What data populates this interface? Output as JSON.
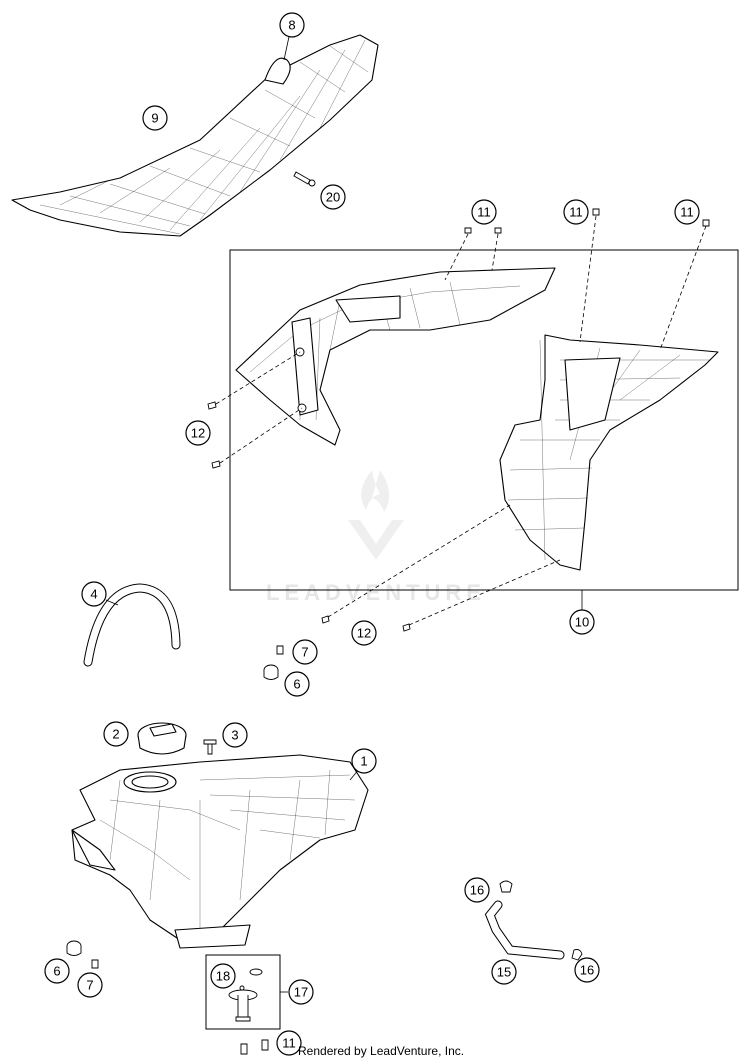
{
  "watermark": "LEADVENTURE",
  "credit": "Rendered by LeadVenture, Inc.",
  "callouts": {
    "c1": "1",
    "c2": "2",
    "c3": "3",
    "c4": "4",
    "c6a": "6",
    "c6b": "6",
    "c7a": "7",
    "c7b": "7",
    "c8": "8",
    "c9": "9",
    "c10": "10",
    "c11a": "11",
    "c11b": "11",
    "c11c": "11",
    "c11d": "11",
    "c12a": "12",
    "c12b": "12",
    "c15": "15",
    "c16a": "16",
    "c16b": "16",
    "c17": "17",
    "c18": "18",
    "c20": "20"
  }
}
